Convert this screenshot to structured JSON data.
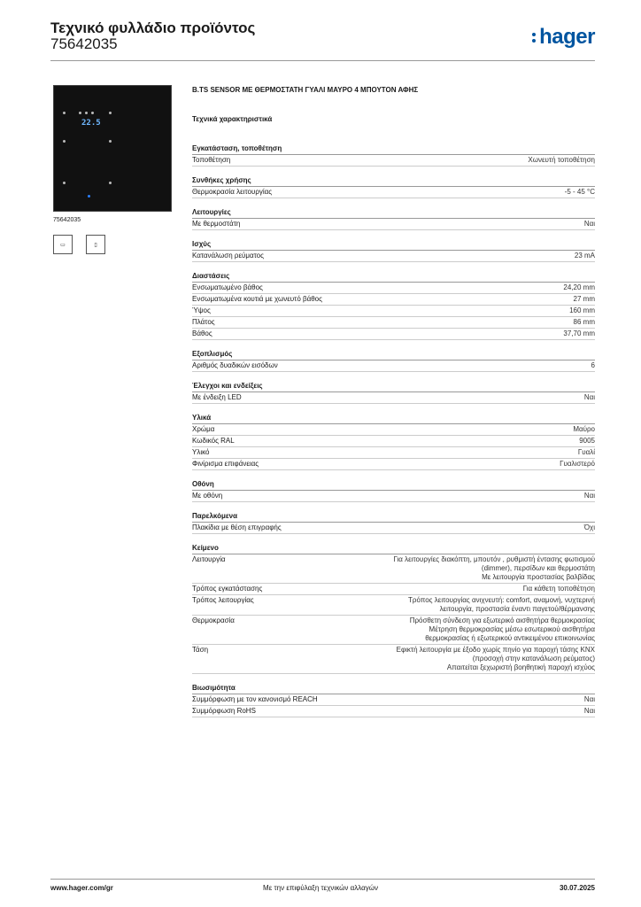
{
  "header": {
    "title": "Τεχνικό φυλλάδιο προϊόντος",
    "code": "75642035",
    "logo": "hager"
  },
  "device": {
    "display": "22.5",
    "code": "75642035"
  },
  "product_title": "B.TS SENSOR ΜΕ ΘΕΡΜΟΣΤΑΤΗ ΓΥΑΛΙ ΜΑΥΡΟ 4 ΜΠΟΥΤΟΝ ΑΦΗΣ",
  "tech_title": "Τεχνικά χαρακτηριστικά",
  "sections": [
    {
      "title": "Εγκατάσταση, τοποθέτηση",
      "rows": [
        [
          "Τοποθέτηση",
          "Χωνευτή τοποθέτηση"
        ]
      ]
    },
    {
      "title": "Συνθήκες χρήσης",
      "rows": [
        [
          "Θερμοκρασία λειτουργίας",
          "-5 - 45 °C"
        ]
      ]
    },
    {
      "title": "Λειτουργίες",
      "rows": [
        [
          "Με θερμοστάτη",
          "Ναι"
        ]
      ]
    },
    {
      "title": "Ισχύς",
      "rows": [
        [
          "Κατανάλωση ρεύματος",
          "23 mA"
        ]
      ]
    },
    {
      "title": "Διαστάσεις",
      "rows": [
        [
          "Ενσωματωμένο βάθος",
          "24,20 mm"
        ],
        [
          "Ενσωματωμένα κουτιά με χωνευτό βάθος",
          "27 mm"
        ],
        [
          "Ύψος",
          "160 mm"
        ],
        [
          "Πλάτος",
          "86 mm"
        ],
        [
          "Βάθος",
          "37,70 mm"
        ]
      ]
    },
    {
      "title": "Εξοπλισμός",
      "rows": [
        [
          "Αριθμός δυαδικών εισόδων",
          "6"
        ]
      ]
    },
    {
      "title": "Έλεγχοι και ενδείξεις",
      "rows": [
        [
          "Με ένδειξη LED",
          "Ναι"
        ]
      ]
    },
    {
      "title": "Υλικά",
      "rows": [
        [
          "Χρώμα",
          "Μαύρο"
        ],
        [
          "Κωδικός RAL",
          "9005"
        ],
        [
          "Υλικό",
          "Γυαλί"
        ],
        [
          "Φινίρισμα επιφάνειας",
          "Γυαλιστερό"
        ]
      ]
    },
    {
      "title": "Οθόνη",
      "rows": [
        [
          "Με οθόνη",
          "Ναι"
        ]
      ]
    },
    {
      "title": "Παρελκόμενα",
      "rows": [
        [
          "Πλακίδια με θέση επιγραφής",
          "Όχι"
        ]
      ]
    },
    {
      "title": "Κείμενο",
      "rows": [
        [
          "Λειτουργία",
          "Για λειτουργίες διακόπτη, μπουτόν , ρυθμιστή έντασης φωτισμού\n(dimmer), περσίδων και θερμοστάτη\nΜε λειτουργία προστασίας βαλβίδας"
        ],
        [
          "Τρόπος εγκατάστασης",
          "Για κάθετη τοποθέτηση"
        ],
        [
          "Τρόπος λειτουργίας",
          "Τρόπος λειτουργίας ανιχνευτή: comfort, αναμονή, νυχτερινή\nλειτουργία, προστασία έναντι παγετού/θέρμανσης"
        ],
        [
          "Θερμοκρασία",
          "Πρόσθετη σύνδεση για εξωτερικό αισθητήρα θερμοκρασίας\nΜέτρηση θερμοκρασίας μέσω εσωτερικού αισθητήρα\nθερμοκρασίας ή εξωτερικού αντικειμένου επικοινωνίας"
        ],
        [
          "Τάση",
          "Εφικτή λειτουργία με έξοδο χωρίς πηνίο για παροχή τάσης KNX\n(προσοχή στην κατανάλωση ρεύματος)\nΑπαιτείται ξεχωριστή βοηθητική παροχή ισχύος"
        ]
      ]
    },
    {
      "title": "Βιωσιμότητα",
      "rows": [
        [
          "Συμμόρφωση με τον κανονισμό REACH",
          "Ναι"
        ],
        [
          "Συμμόρφωση RoHS",
          "Ναι"
        ]
      ]
    }
  ],
  "footer": {
    "url": "www.hager.com/gr",
    "note": "Με την επιφύλαξη τεχνικών αλλαγών",
    "date": "30.07.2025"
  }
}
